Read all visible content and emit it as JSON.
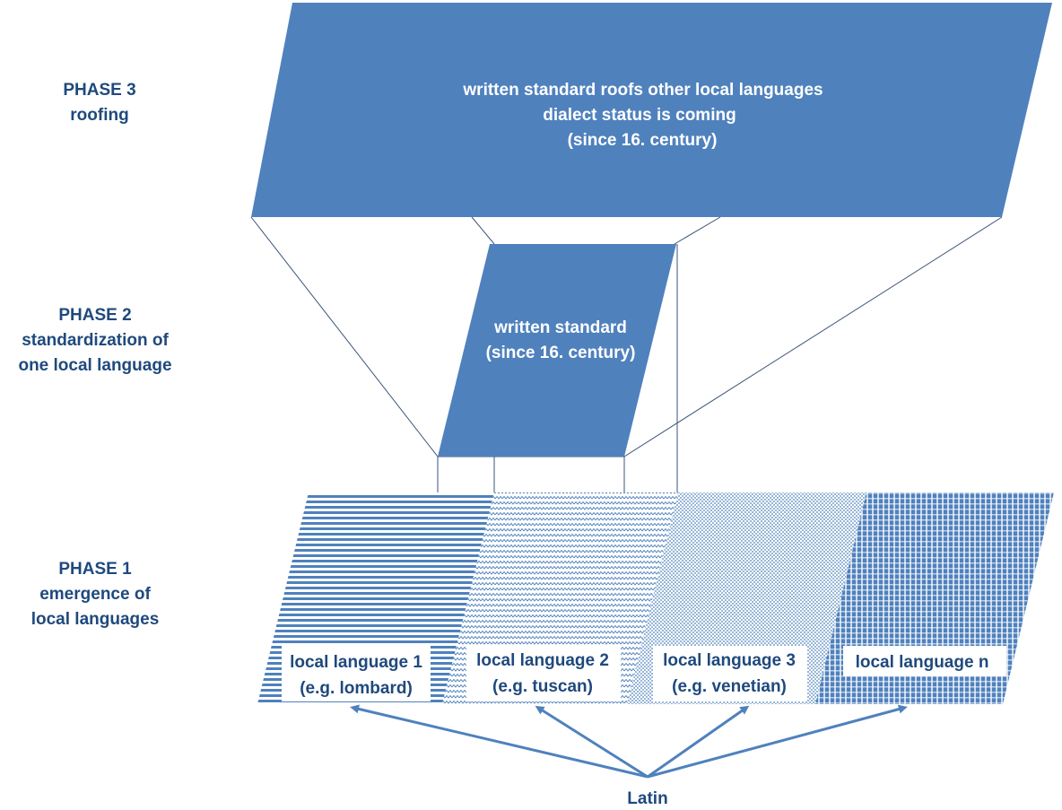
{
  "colors": {
    "box_fill": "#4f81bd",
    "phase_text": "#1f497d",
    "box_text": "#ffffff",
    "pattern": "#4f81bd",
    "connector": "#3b5478",
    "arrow": "#4f81bd"
  },
  "phases": [
    {
      "title": "PHASE 3",
      "lines": [
        "roofing"
      ]
    },
    {
      "title": "PHASE 2",
      "lines": [
        "standardization of",
        "one local language"
      ]
    },
    {
      "title": "PHASE 1",
      "lines": [
        "emergence of",
        "local languages"
      ]
    }
  ],
  "phase3_box": {
    "lines": [
      "written standard roofs other local languages",
      "dialect status is coming",
      "(since 16. century)"
    ]
  },
  "phase2_box": {
    "lines": [
      "written standard",
      "(since 16. century)"
    ]
  },
  "local_languages": [
    {
      "lines": [
        "local language 1",
        "(e.g. lombard)"
      ],
      "pattern": "horizontal-stripes"
    },
    {
      "lines": [
        "local language 2",
        "(e.g. tuscan)"
      ],
      "pattern": "zigzag"
    },
    {
      "lines": [
        "local language 3",
        "(e.g. venetian)"
      ],
      "pattern": "dots"
    },
    {
      "lines": [
        "local language n"
      ],
      "pattern": "checker"
    }
  ],
  "source": {
    "label": "Latin"
  }
}
